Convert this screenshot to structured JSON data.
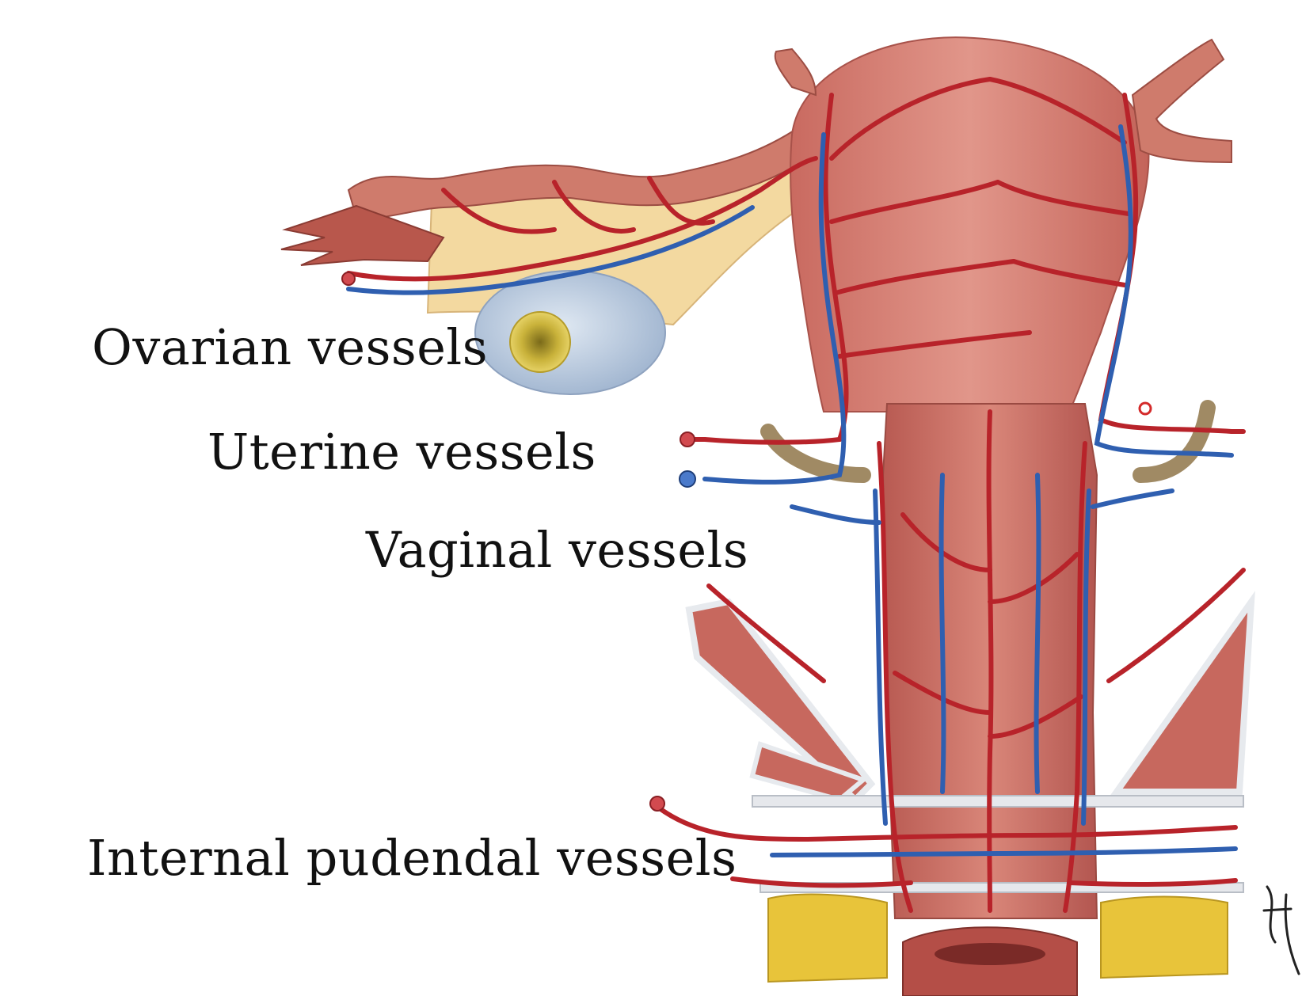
{
  "labels": {
    "ovarian": "Ovarian vessels",
    "uterine": "Uterine vessels",
    "vaginal": "Vaginal vessels",
    "internal_pudendal": "Internal pudendal vessels"
  },
  "colors": {
    "artery": "#b8232a",
    "vein": "#2f5fb0",
    "tissue": "#d9867a",
    "fat": "#e8c43a",
    "ovary": "#b9cbe0",
    "ureter": "#a08a64"
  }
}
